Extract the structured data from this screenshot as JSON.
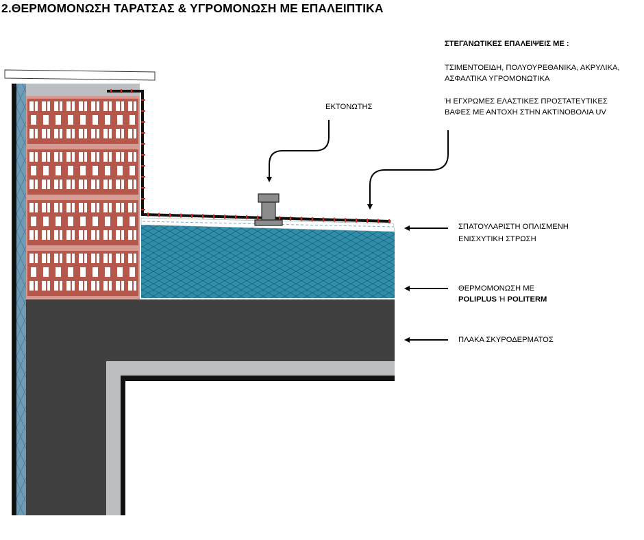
{
  "title": "2.ΘΕΡΜΟΜΟΝΩΣΗ ΤΑΡΑΤΣΑΣ & ΥΓΡΟΜΟΝΩΣΗ ΜΕ ΕΠΑΛΕΙΠΤΙΚΑ",
  "labels": {
    "coatings_heading": "ΣΤΕΓΑΝΩΤΙΚΕΣ ΕΠΑΛΕΙΨΕΙΣ ΜΕ :",
    "coatings_line1": "ΤΣΙΜΕΝΤΟΕΙΔΗ, ΠΟΛΥΟΥΡΕΘΑΝΙΚΑ, ΑΚΡΥΛΙΚΑ,",
    "coatings_line2": "ΑΣΦΑΛΤΙΚΑ ΥΓΡΟΜΟΝΩΤΙΚΑ",
    "coatings_line3": "Ή ΕΓΧΡΩΜΕΣ ΕΛΑΣΤΙΚΕΣ ΠΡΟΣΤΑΤΕΥΤΙΚΕΣ",
    "coatings_line4": "ΒΑΦΕΣ ΜΕ ΑΝΤΟΧΗ ΣΤΗΝ ΑΚΤΙΝΟΒΟΛΙΑ UV",
    "vent": "ΕΚΤΟΝΩΤΗΣ",
    "screed_line1": "ΣΠΑΤΟΥΛΑΡΙΣΤΗ ΟΠΛΙΣΜΕΝΗ",
    "screed_line2": "ΕΝΙΣΧΥΤΙΚΗ ΣΤΡΩΣΗ",
    "insulation_line1": "ΘΕΡΜΟΜΟΝΩΣΗ ΜΕ",
    "insulation_product1": "POLIPLUS",
    "insulation_or": " Ή ",
    "insulation_product2": "POLITERM",
    "slab": "ΠΛΑΚΑ ΣΚΥΡΟΔΕΡΜΑΤΟΣ"
  },
  "colors": {
    "brick": "#b5574a",
    "brick_mortar": "#d69a93",
    "insulation": "#2f8eaa",
    "concrete": "#404040",
    "plaster": "#bcbfc1",
    "facade_insulation": "#6e9bb5",
    "membrane": "#111111",
    "membrane_dots": "#e02a1a"
  },
  "icons": {
    "vent": "roof-vent-icon",
    "arrow": "arrow-left-icon"
  }
}
